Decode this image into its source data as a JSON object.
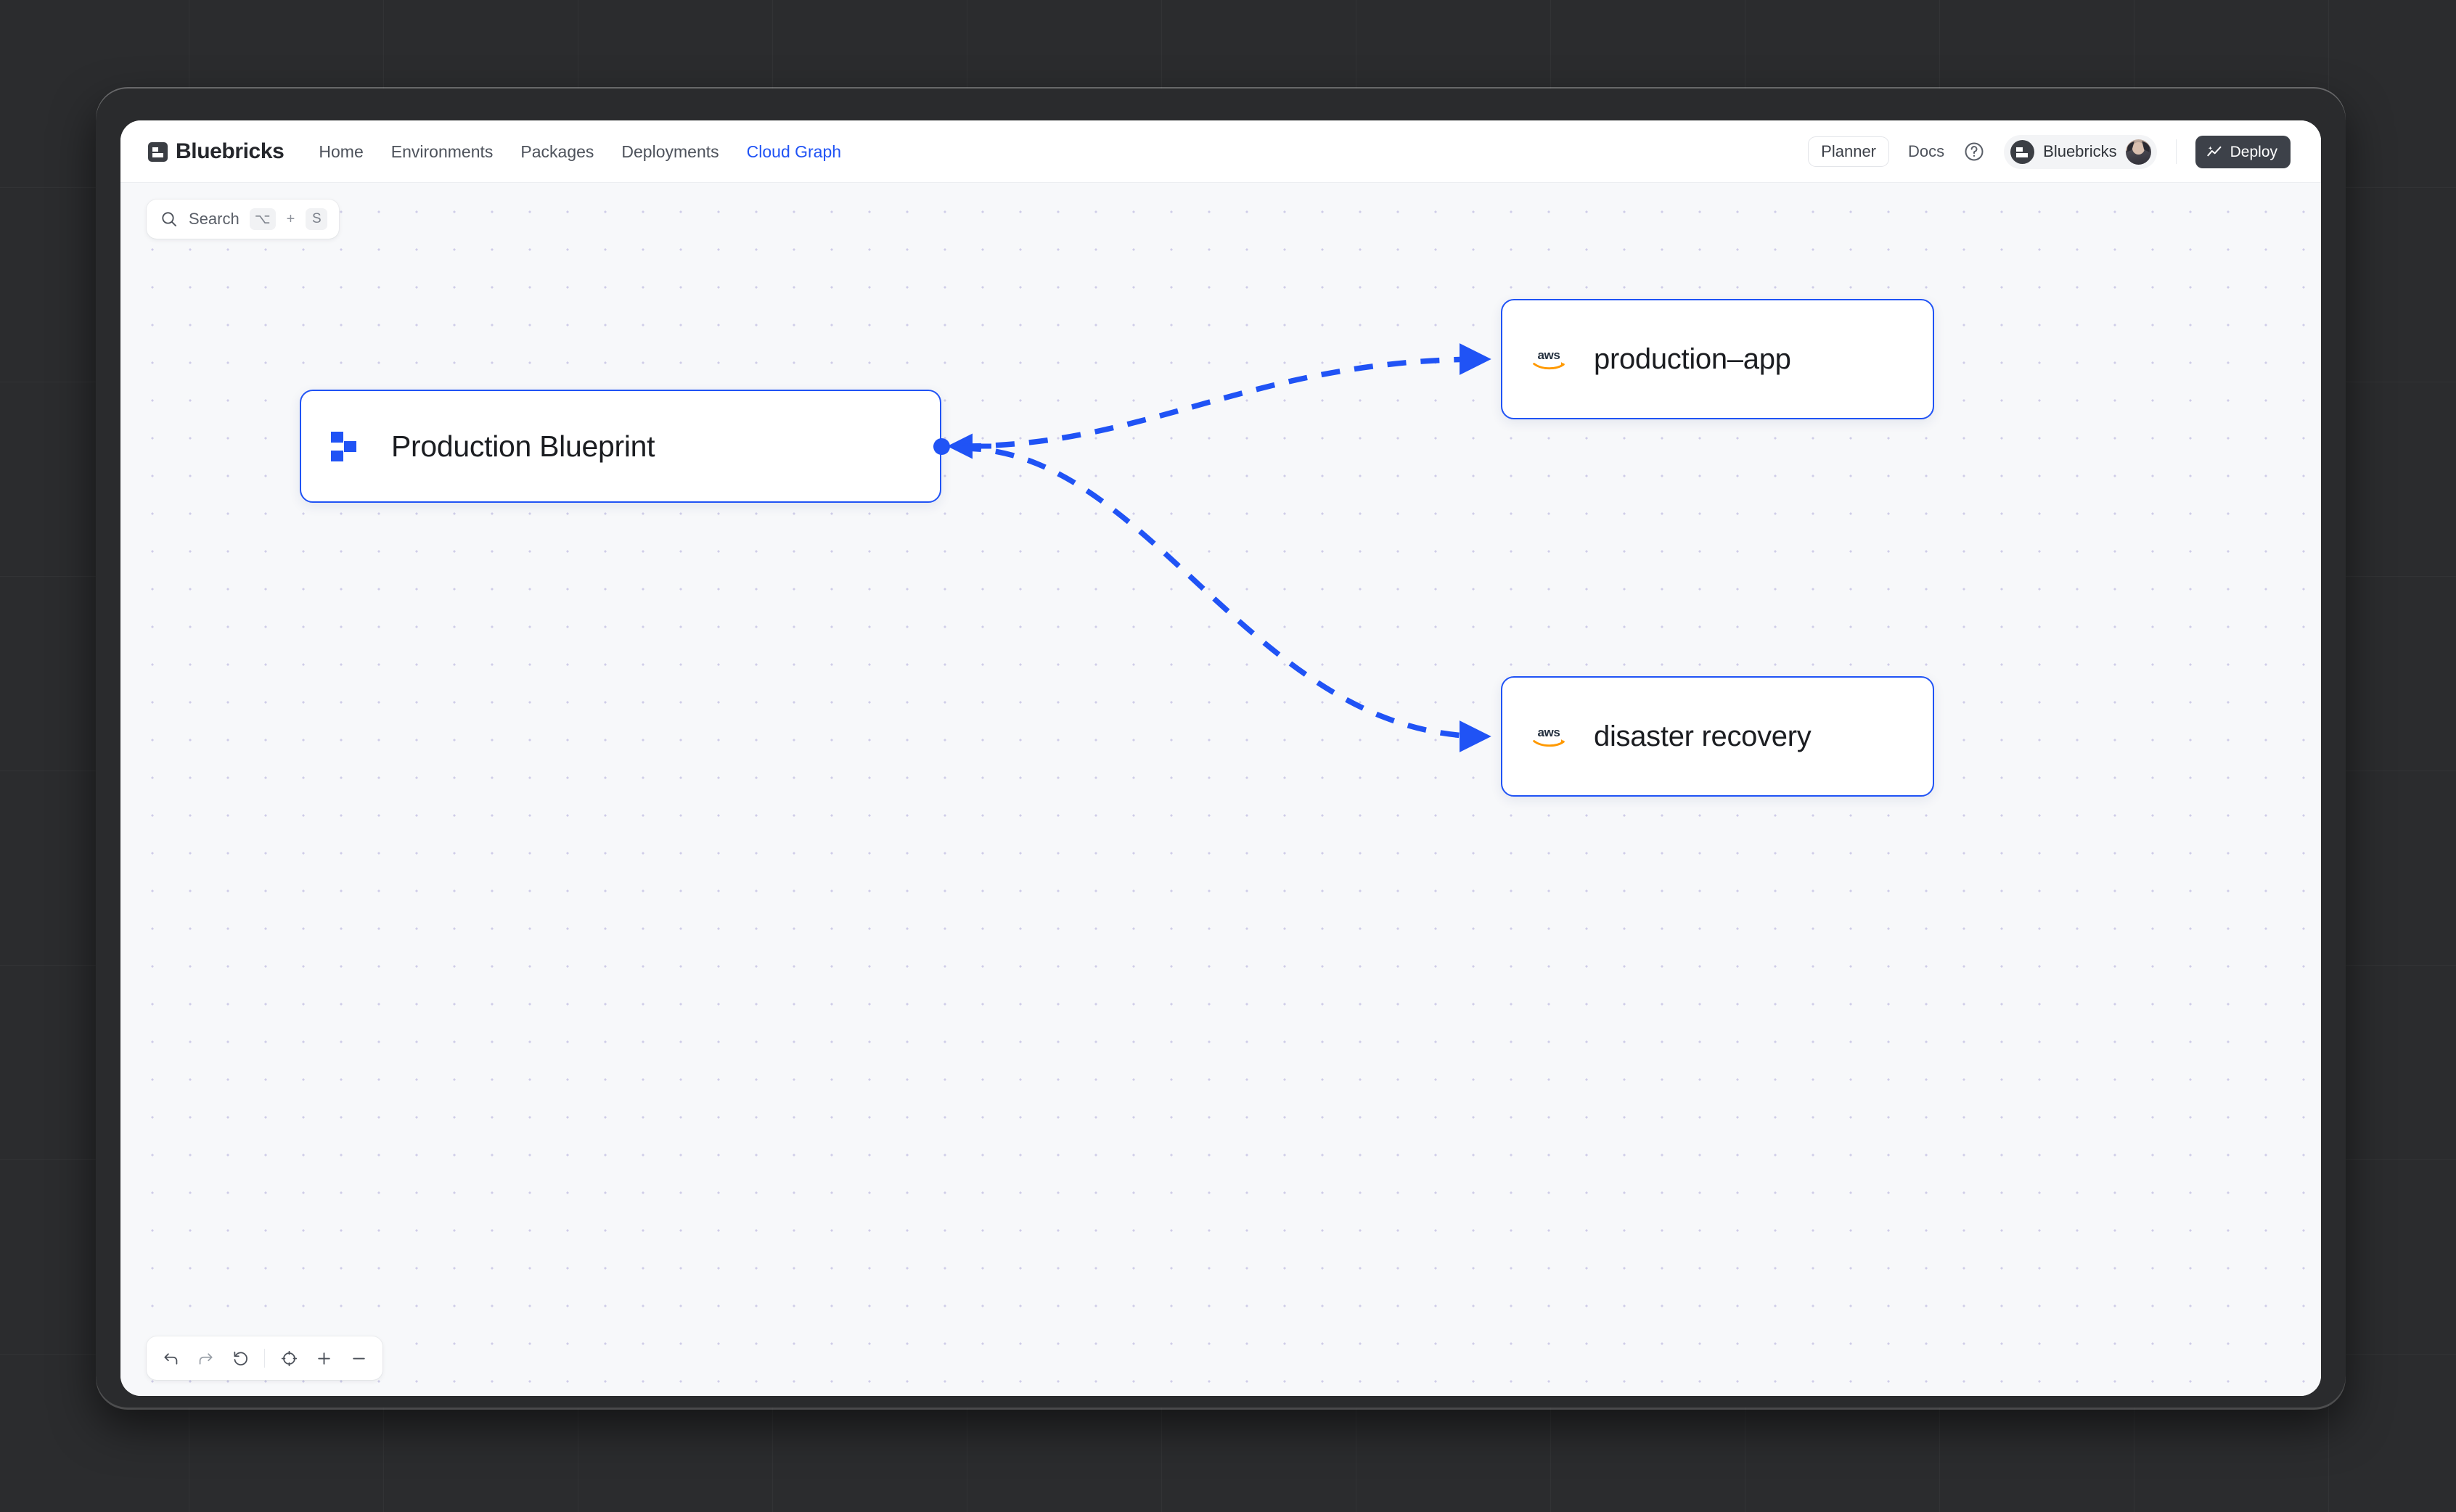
{
  "brand": {
    "name": "Bluebricks",
    "logo_icon": "bluebricks-logo-icon"
  },
  "nav": {
    "links": [
      {
        "label": "Home",
        "active": false
      },
      {
        "label": "Environments",
        "active": false
      },
      {
        "label": "Packages",
        "active": false
      },
      {
        "label": "Deployments",
        "active": false
      },
      {
        "label": "Cloud Graph",
        "active": true
      }
    ],
    "planner_label": "Planner",
    "docs_label": "Docs",
    "help_icon": "help-circle-icon",
    "org_name": "Bluebricks",
    "org_logo_icon": "org-avatar-icon",
    "user_avatar_icon": "user-avatar",
    "deploy_label": "Deploy",
    "deploy_icon": "sparkle-chart-icon"
  },
  "search": {
    "label": "Search",
    "icon": "search-icon",
    "shortcut_modifier": "⌥",
    "shortcut_plus": "+",
    "shortcut_key": "S"
  },
  "graph": {
    "nodes": [
      {
        "id": "blueprint",
        "title": "Production Blueprint",
        "icon": "bluebricks-brick-icon",
        "provider": "bluebricks"
      },
      {
        "id": "production-app",
        "title": "production–app",
        "icon": "aws-logo-icon",
        "provider": "aws"
      },
      {
        "id": "disaster-recovery",
        "title": "disaster recovery",
        "icon": "aws-logo-icon",
        "provider": "aws"
      }
    ],
    "edges": [
      {
        "from": "blueprint",
        "to": "production-app",
        "style": "dashed"
      },
      {
        "from": "blueprint",
        "to": "disaster-recovery",
        "style": "dashed"
      }
    ],
    "accent_color": "#2053f5"
  },
  "toolbar": {
    "buttons": [
      {
        "name": "undo",
        "icon": "undo-arrow-icon"
      },
      {
        "name": "redo",
        "icon": "redo-arrow-icon"
      },
      {
        "name": "reset",
        "icon": "reset-circular-arrow-icon"
      },
      {
        "name": "fit-view",
        "icon": "crosshair-target-icon"
      },
      {
        "name": "zoom-in",
        "icon": "plus-icon"
      },
      {
        "name": "zoom-out",
        "icon": "minus-icon"
      }
    ]
  }
}
